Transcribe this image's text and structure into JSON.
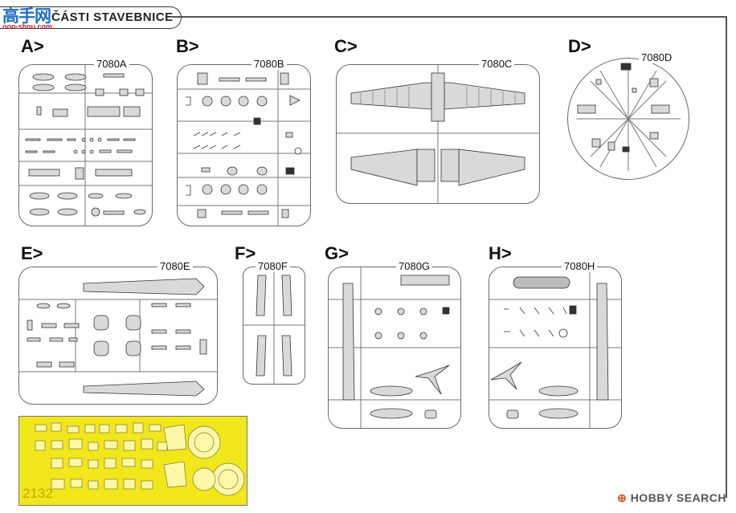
{
  "header": {
    "title": "ČÁSTI STAVEBNICE",
    "logo_text": "高手网",
    "logo_url": "ooo-shou.com"
  },
  "sections": [
    {
      "letter": "A>",
      "code": "7080A"
    },
    {
      "letter": "B>",
      "code": "7080B"
    },
    {
      "letter": "C>",
      "code": "7080C"
    },
    {
      "letter": "D>",
      "code": "7080D"
    },
    {
      "letter": "E>",
      "code": "7080E"
    },
    {
      "letter": "F>",
      "code": "7080F"
    },
    {
      "letter": "G>",
      "code": "7080G"
    },
    {
      "letter": "H>",
      "code": "7080H"
    }
  ],
  "mask_sheet": {
    "number": "2132",
    "color": "#f2e61c"
  },
  "footer": {
    "brand": "HOBBY SEARCH"
  },
  "colors": {
    "sprue_frame": "#6a6a6a",
    "part_fill": "#d9d9d9",
    "part_dark": "#333333"
  }
}
